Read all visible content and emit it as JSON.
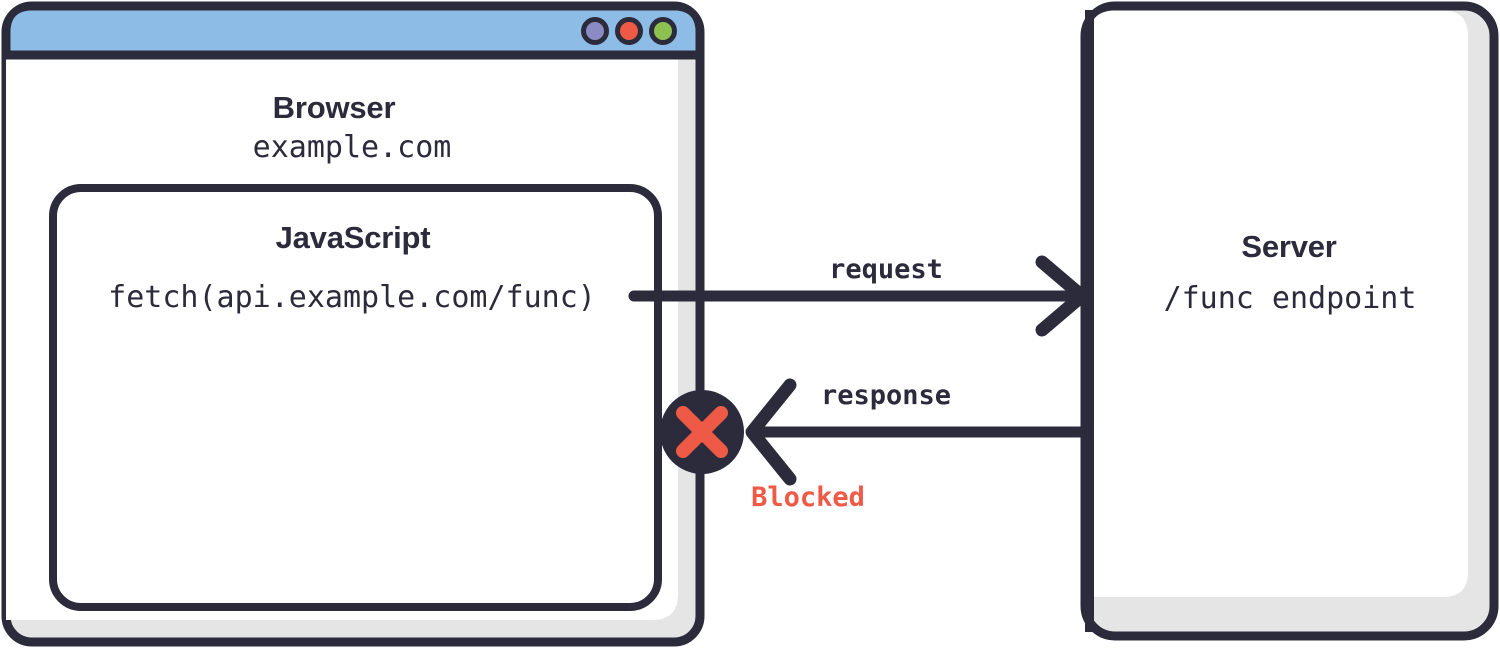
{
  "diagram": {
    "type": "cors-blocked-request-flow",
    "colors": {
      "ink": "#2B2B3C",
      "panel_white": "#FFFFFF",
      "panel_shadow": "#E5E5E5",
      "titlebar_blue": "#8DBDE6",
      "accent_red": "#EE5A45",
      "dot_purple": "#8B8BC4",
      "dot_red": "#EE5A45",
      "dot_green": "#8CC152"
    }
  },
  "browser_window": {
    "name": "browser",
    "titlebar": {
      "dots": [
        {
          "name": "traffic-light-purple",
          "color": "#8B8BC4"
        },
        {
          "name": "traffic-light-red",
          "color": "#EE5A45"
        },
        {
          "name": "traffic-light-green",
          "color": "#8CC152"
        }
      ]
    },
    "heading": "Browser",
    "subheading": "example.com",
    "javascript_box": {
      "heading": "JavaScript",
      "code": "fetch(api.example.com/func)"
    }
  },
  "server_box": {
    "heading": "Server",
    "subheading": "/func endpoint"
  },
  "arrows": {
    "request": {
      "label": "request",
      "direction": "browser-to-server"
    },
    "response": {
      "label": "response",
      "direction": "server-to-browser",
      "blocked": true,
      "blocked_label": "Blocked",
      "blocked_icon": "x-mark-icon"
    }
  }
}
